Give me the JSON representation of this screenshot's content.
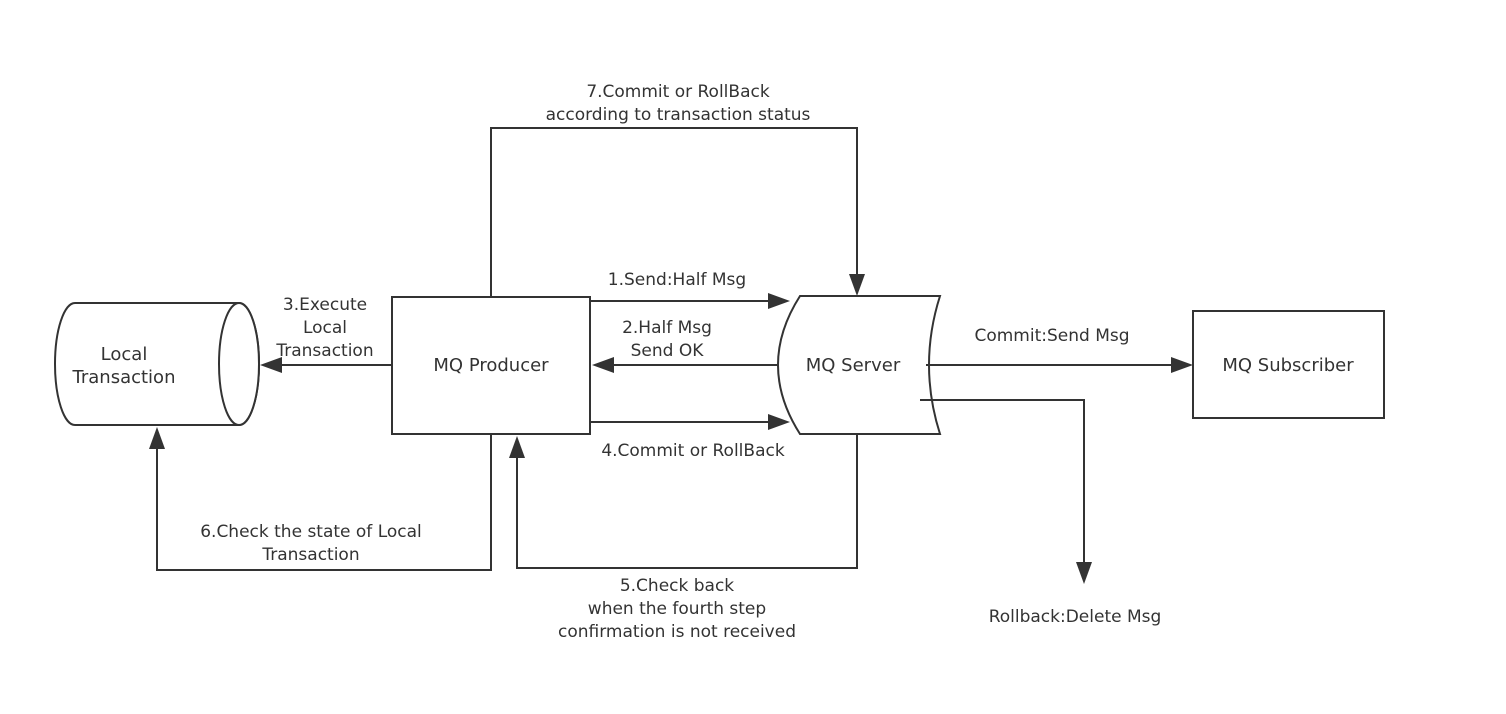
{
  "nodes": {
    "local_transaction": [
      "Local",
      "Transaction"
    ],
    "mq_producer": "MQ Producer",
    "mq_server": "MQ Server",
    "mq_subscriber": "MQ Subscriber"
  },
  "edges": {
    "step1": "1.Send:Half Msg",
    "step2": [
      "2.Half Msg",
      "Send OK"
    ],
    "step3": [
      "3.Execute",
      "Local",
      "Transaction"
    ],
    "step4": "4.Commit or RollBack",
    "step5": [
      "5.Check back",
      "when the fourth step",
      "confirmation is not received"
    ],
    "step6": [
      "6.Check the state of Local",
      "Transaction"
    ],
    "step7": [
      "7.Commit or RollBack",
      "according to transaction status"
    ],
    "commit": "Commit:Send Msg",
    "rollback": "Rollback:Delete Msg"
  }
}
